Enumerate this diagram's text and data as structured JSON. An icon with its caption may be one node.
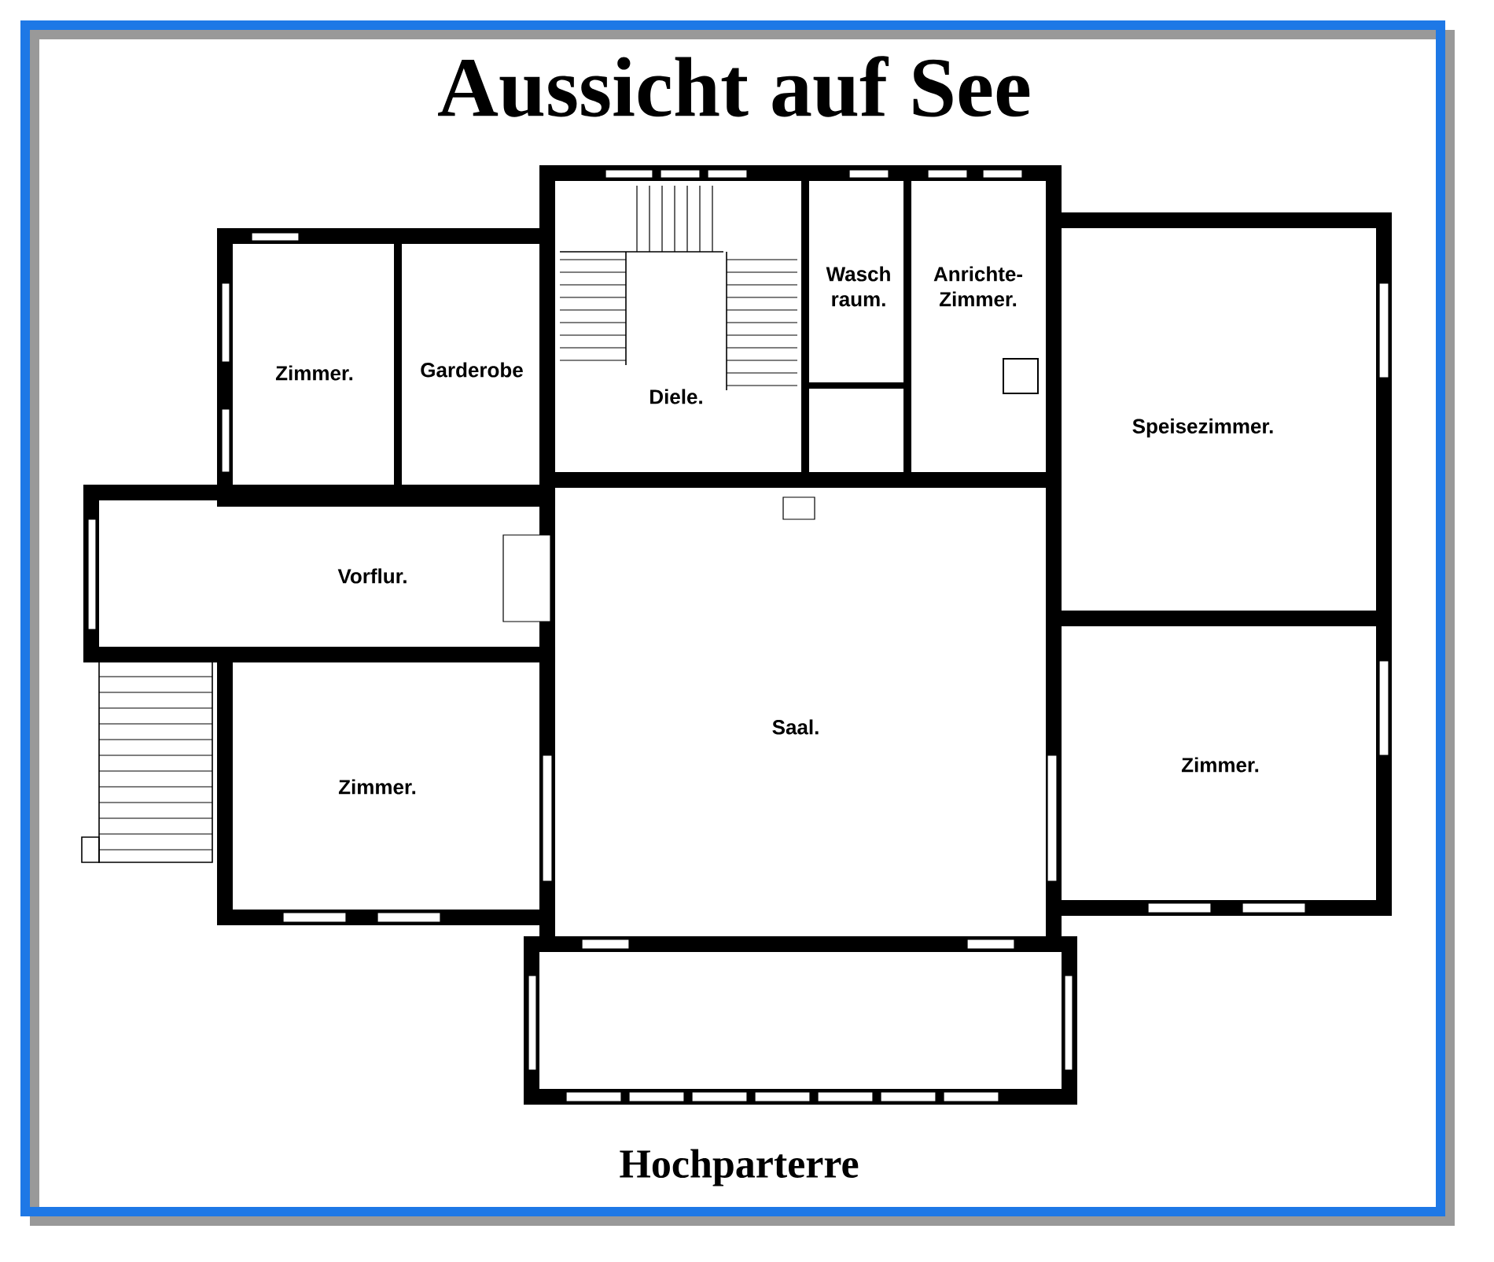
{
  "diagram": {
    "title": "Aussicht auf See",
    "caption": "Hochparterre",
    "nodes": [
      {
        "text": [
          "Zimmer."
        ]
      },
      {
        "text": [
          "Garderobe"
        ]
      },
      {
        "text": [
          "Diele."
        ]
      },
      {
        "text": [
          "Wasch raum."
        ]
      },
      {
        "text": [
          "Anrichte-Zimmer."
        ]
      },
      {
        "text": [
          "Speisezimmer."
        ]
      },
      {
        "text": [
          "Vorflur."
        ]
      },
      {
        "text": [
          "Saal."
        ]
      },
      {
        "text": [
          "Zimmer."
        ]
      },
      {
        "text": [
          "Zimmer."
        ]
      }
    ]
  }
}
